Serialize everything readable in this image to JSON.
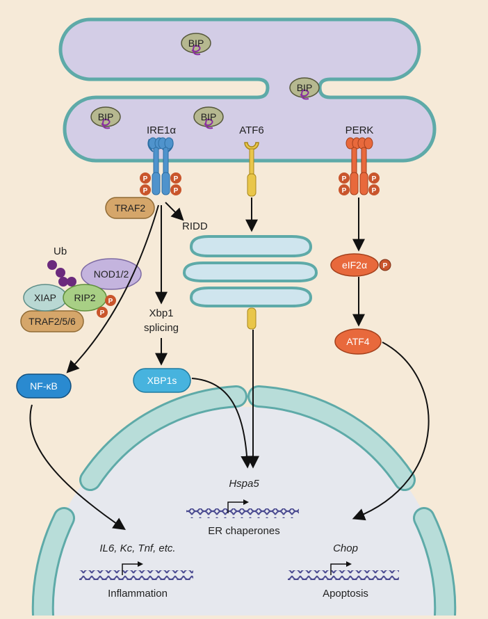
{
  "er": {
    "bip_label": "BIP"
  },
  "sensors": {
    "ire1": "IRE1α",
    "atf6": "ATF6",
    "perk": "PERK"
  },
  "proteins": {
    "traf2": "TRAF2",
    "nod12": "NOD1/2",
    "xiap": "XIAP",
    "rip2": "RIP2",
    "traf256": "TRAF2/5/6",
    "ub": "Ub",
    "nfkb": "NF-κB",
    "xbp1s": "XBP1s",
    "eif2a": "eIF2α",
    "atf4": "ATF4",
    "phospho": "P"
  },
  "processes": {
    "ridd": "RIDD",
    "xbp1_line1": "Xbp1",
    "xbp1_line2": "splicing"
  },
  "genes": {
    "hspa5": "Hspa5",
    "er_chaperones": "ER chaperones",
    "il6": "IL6, Kc, Tnf, etc.",
    "inflammation": "Inflammation",
    "chop": "Chop",
    "apoptosis": "Apoptosis"
  },
  "colors": {
    "background": "#f6ead8",
    "er_fill": "#d3cde6",
    "membrane": "#5eaaa8",
    "ire1": "#4f93cc",
    "atf6": "#e9c64a",
    "perk": "#e8693c",
    "phospho": "#c9552c",
    "traf": "#d5a66a",
    "nod": "#c4b4de",
    "xiap": "#b9d8d3",
    "rip2": "#a8cf85",
    "ub": "#6b2a7d",
    "nfkb": "#2a8ad0",
    "xbp1s": "#47b3de",
    "golgi": "#cfe5ee",
    "nucleus": "#e6e8ee",
    "dna": "#4a4a90"
  }
}
